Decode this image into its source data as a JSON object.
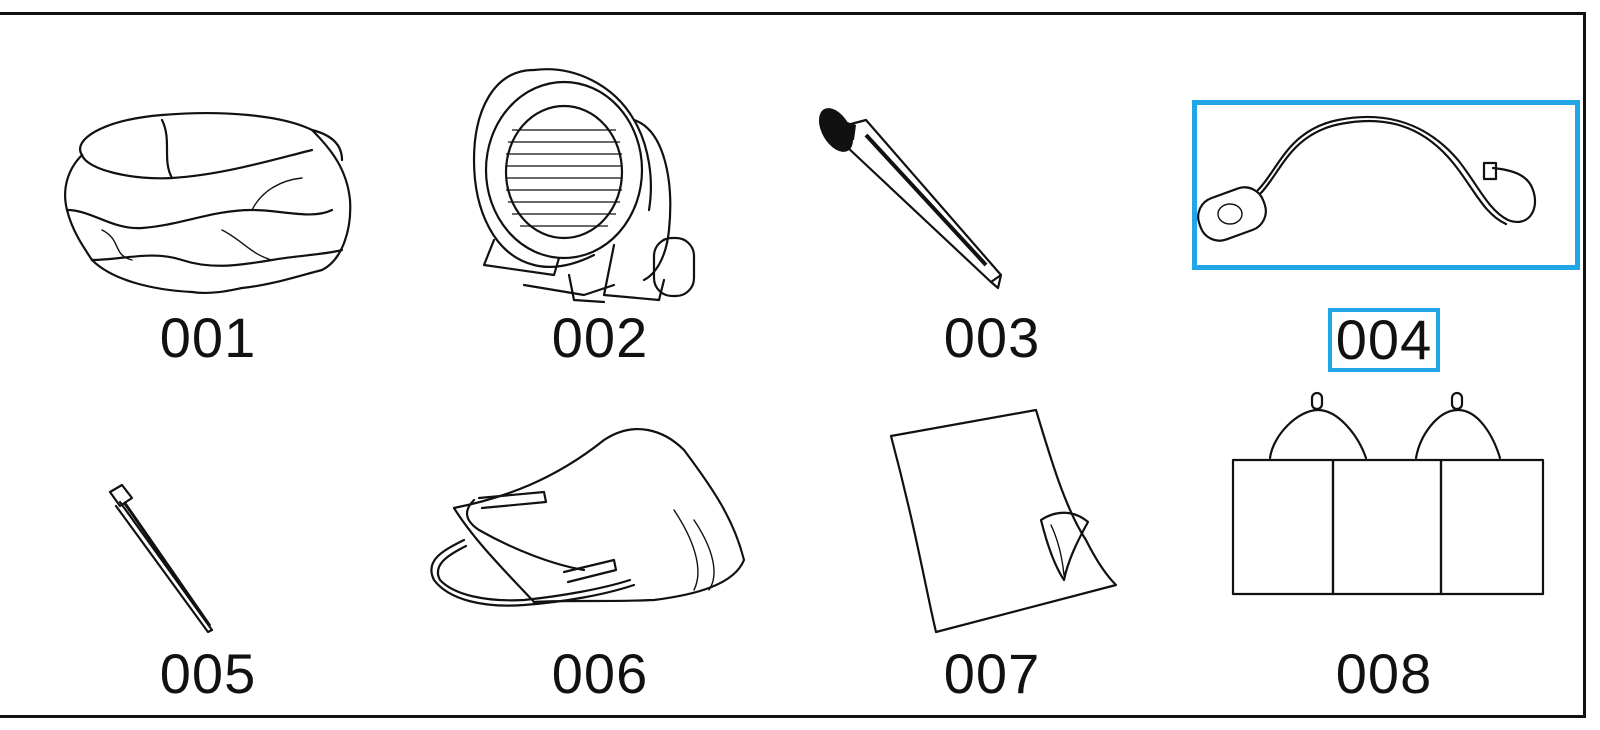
{
  "parts": [
    {
      "code": "001",
      "icon": "inflatable-bag-icon"
    },
    {
      "code": "002",
      "icon": "blower-fan-icon"
    },
    {
      "code": "003",
      "icon": "ground-stake-large-icon"
    },
    {
      "code": "004",
      "icon": "power-cord-switch-icon",
      "selected": true
    },
    {
      "code": "005",
      "icon": "ground-stake-small-icon"
    },
    {
      "code": "006",
      "icon": "carry-bag-icon"
    },
    {
      "code": "007",
      "icon": "repair-patch-sheet-icon"
    },
    {
      "code": "008",
      "icon": "sandbag-set-icon"
    }
  ],
  "selection_color": "#21a6e8"
}
